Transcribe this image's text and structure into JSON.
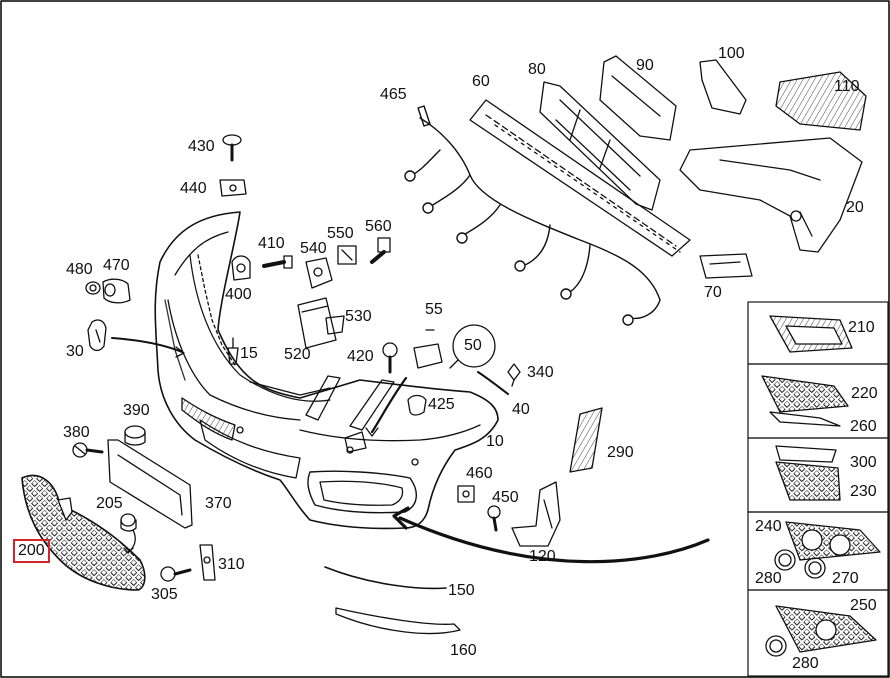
{
  "highlight_color": "#d3232b",
  "callouts": {
    "c10": "10",
    "c15": "15",
    "c20": "20",
    "c30": "30",
    "c40": "40",
    "c50": "50",
    "c55": "55",
    "c60": "60",
    "c70": "70",
    "c80": "80",
    "c90": "90",
    "c100": "100",
    "c110": "110",
    "c120": "120",
    "c150": "150",
    "c160": "160",
    "c200": "200",
    "c205": "205",
    "c210": "210",
    "c220": "220",
    "c230": "230",
    "c240": "240",
    "c250": "250",
    "c260": "260",
    "c270": "270",
    "c280a": "280",
    "c280b": "280",
    "c290": "290",
    "c300": "300",
    "c305": "305",
    "c310": "310",
    "c340": "340",
    "c370": "370",
    "c380": "380",
    "c390": "390",
    "c400": "400",
    "c410": "410",
    "c420": "420",
    "c425": "425",
    "c430": "430",
    "c440": "440",
    "c450": "450",
    "c460": "460",
    "c465": "465",
    "c470": "470",
    "c480": "480",
    "c520": "520",
    "c530": "530",
    "c540": "540",
    "c550": "550",
    "c560": "560"
  }
}
